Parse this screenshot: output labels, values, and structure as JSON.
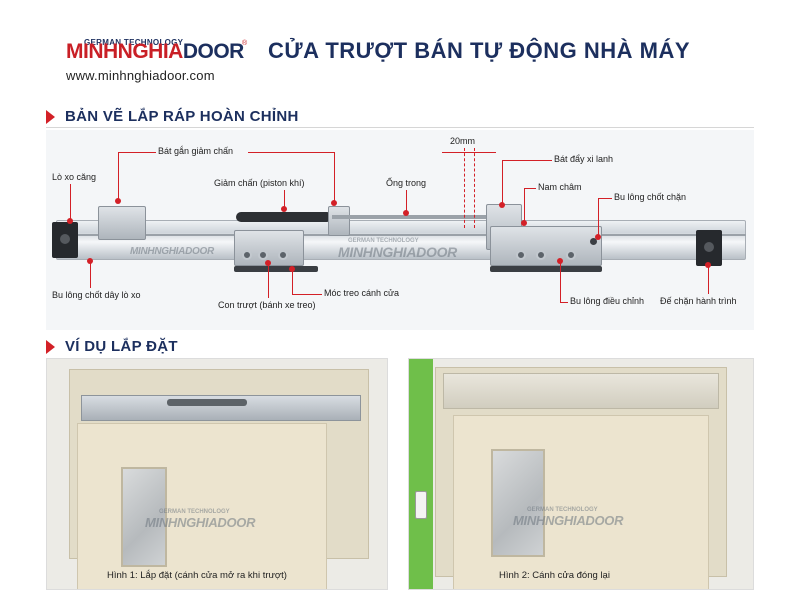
{
  "header": {
    "brand_top": "GERMAN TECHNOLOGY",
    "brand_m": "M",
    "brand_rest": "INHNGHIA",
    "brand_door": "DOOR",
    "brand_reg": "®",
    "website": "www.minhnghiadoor.com",
    "title": "CỬA TRƯỢT BÁN TỰ ĐỘNG NHÀ MÁY"
  },
  "assembly": {
    "heading": "BẢN VẼ LẮP RÁP HOÀN CHỈNH",
    "dimension": "20mm",
    "watermark_top": "GERMAN TECHNOLOGY",
    "watermark_main": "MINHNGHIADOOR",
    "labels": {
      "lo_xo": "Lò xo căng",
      "bat_gan": "Bát gắn giảm chấn",
      "giam_chan": "Giảm chấn (piston khí)",
      "ong_trong": "Ống trong",
      "bat_day": "Bát đẩy xi lanh",
      "nam_cham": "Nam châm",
      "bu_long_chot_chan": "Bu lông chốt chặn",
      "bu_long_day_lo_xo": "Bu lông chốt dây lò xo",
      "con_truot": "Con trượt (bánh xe treo)",
      "moc_treo": "Móc treo cánh cửa",
      "bu_long_dieu_chinh": "Bu lông điều chỉnh",
      "de_chan": "Đế chặn hành trình"
    }
  },
  "example": {
    "heading": "VÍ DỤ LẮP ĐẶT",
    "caption1": "Hình 1: Lắp đặt (cánh cửa mở ra khi trượt)",
    "caption2": "Hình 2: Cánh cửa đóng lại",
    "watermark_top": "GERMAN TECHNOLOGY",
    "watermark_main": "MINHNGHIADOOR"
  },
  "colors": {
    "accent": "#d32027",
    "navy": "#1c2f5e"
  }
}
